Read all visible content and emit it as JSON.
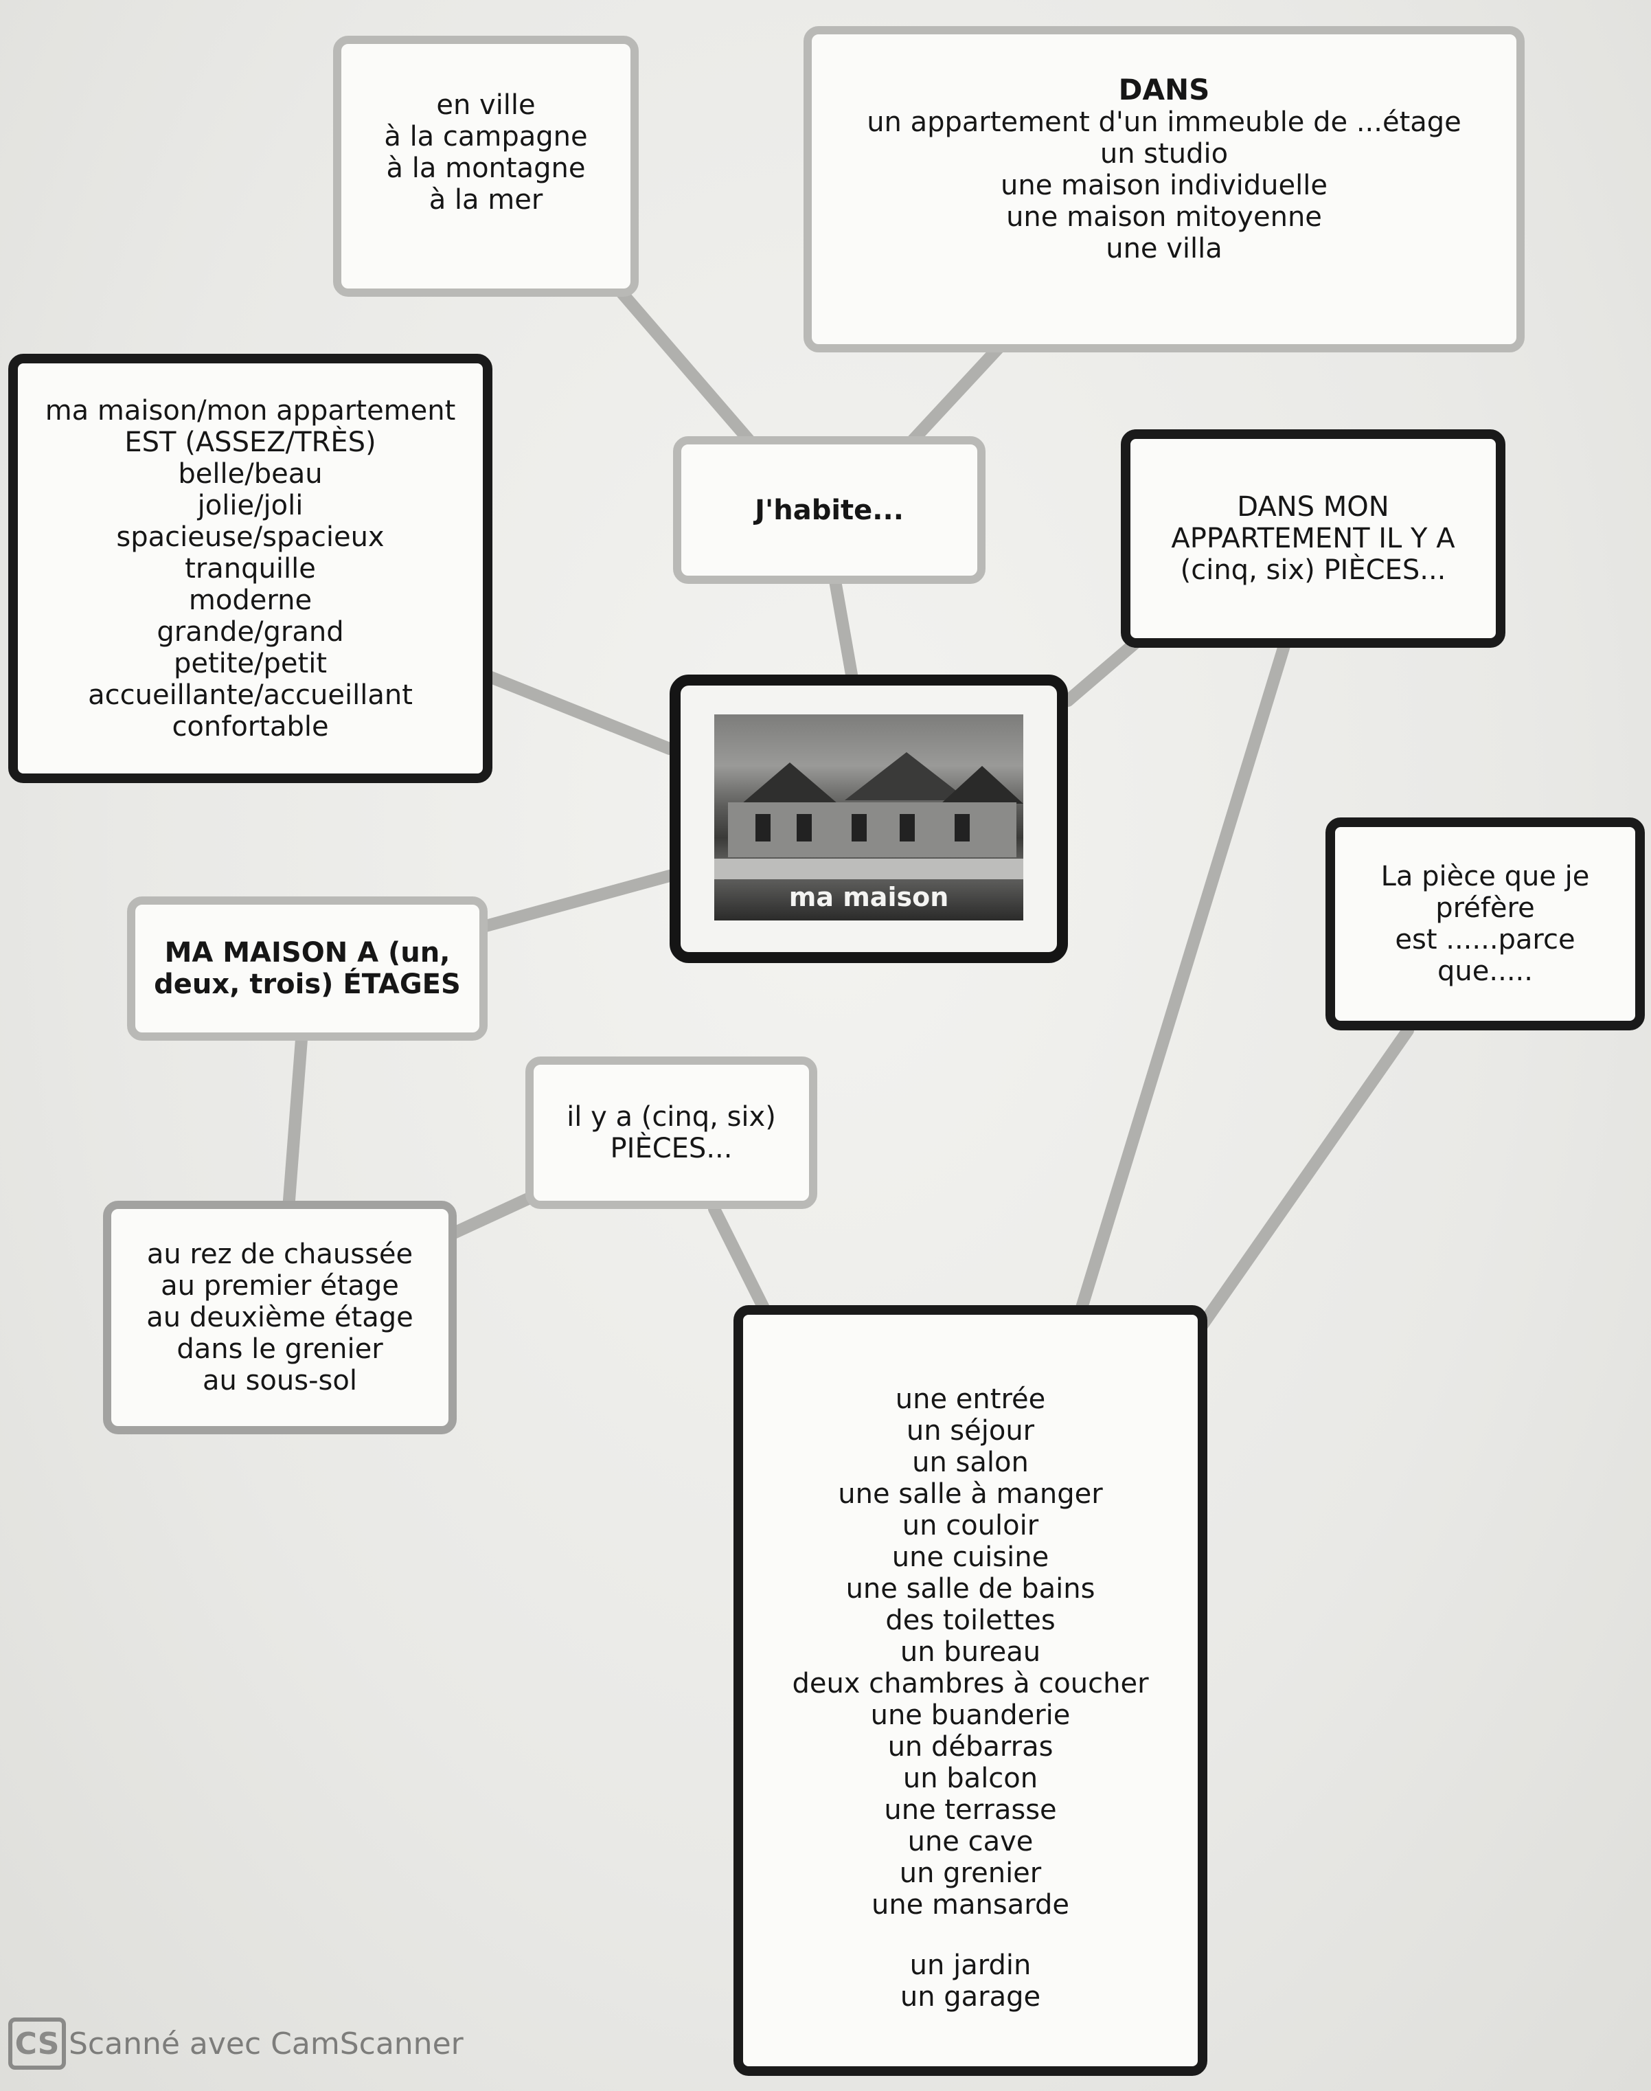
{
  "nodes": {
    "location": {
      "lines": [
        "en ville",
        "à la campagne",
        "à la montagne",
        "à la mer"
      ]
    },
    "dwelling_type": {
      "title": "DANS",
      "lines": [
        "un appartement d'un immeuble de ...étage",
        "un studio",
        "une maison individuelle",
        "une maison mitoyenne",
        "une villa"
      ]
    },
    "adjectives": {
      "lines": [
        "ma maison/mon appartement",
        "EST (ASSEZ/TRÈS)",
        "belle/beau",
        "jolie/joli",
        "spacieuse/spacieux",
        "tranquille",
        "moderne",
        "grande/grand",
        "petite/petit",
        "accueillante/accueillant",
        "confortable"
      ]
    },
    "j_habite": {
      "lines": [
        "J'habite..."
      ]
    },
    "rooms_count_apartment": {
      "lines": [
        "DANS MON",
        "APPARTEMENT IL Y A",
        "(cinq, six) PIÈCES..."
      ]
    },
    "center": {
      "caption": "ma maison"
    },
    "favorite_room": {
      "lines": [
        "La pièce que je",
        "préfère",
        "est ......parce",
        "que....."
      ]
    },
    "floors": {
      "lines": [
        "MA MAISON A (un,",
        "deux, trois) ÉTAGES"
      ]
    },
    "rooms_count": {
      "lines": [
        "il y a (cinq, six)",
        "PIÈCES..."
      ]
    },
    "floor_levels": {
      "lines": [
        "au rez de chaussée",
        "au premier étage",
        "au deuxième étage",
        "dans le grenier",
        "au sous-sol"
      ]
    },
    "rooms_list": {
      "lines": [
        "une entrée",
        "un séjour",
        "un salon",
        "une salle à manger",
        "un couloir",
        "une cuisine",
        "une salle de bains",
        "des toilettes",
        "un bureau",
        "deux chambres à coucher",
        "une buanderie",
        "un débarras",
        "un balcon",
        "une terrasse",
        "une cave",
        "un grenier",
        "une mansarde",
        "",
        "un jardin",
        "un garage"
      ]
    }
  },
  "footer": {
    "logo": "CS",
    "text": "Scanné avec CamScanner"
  },
  "colors": {
    "ink": "#161616",
    "paper": "#fbfbf9",
    "light_border": "#b9b9b6",
    "dark_border": "#1a1a1a",
    "link": "#b0b0ad"
  }
}
